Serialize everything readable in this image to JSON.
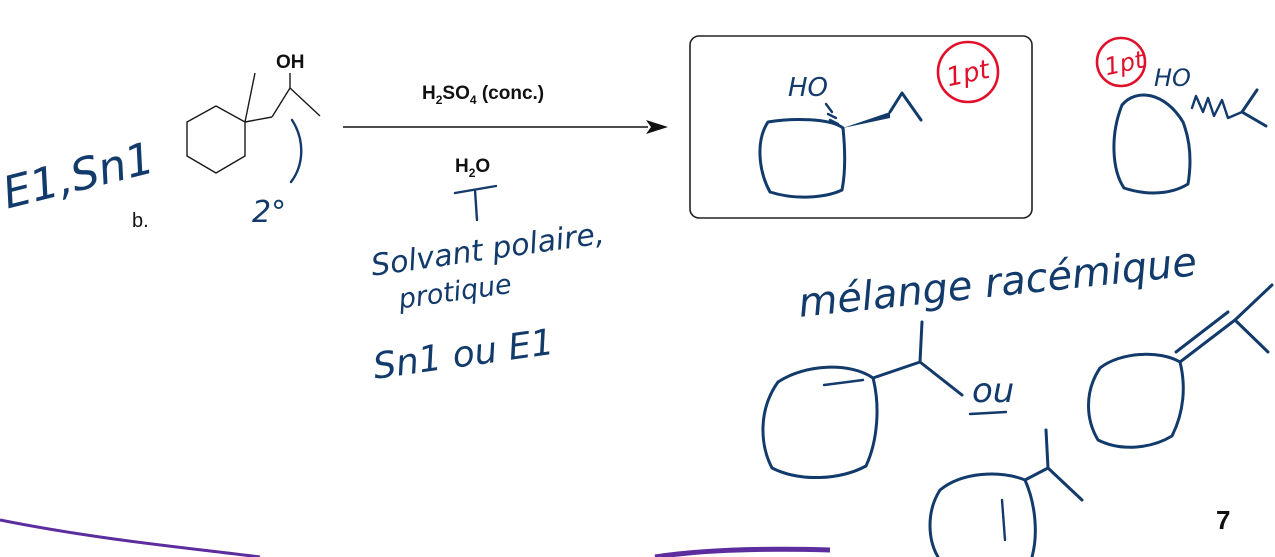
{
  "colors": {
    "ink": "#123a6b",
    "annotation_red": "#e0102a",
    "print": "#111111",
    "accent_purple": "#5b2d9e"
  },
  "reactant": {
    "part_label": "b.",
    "oh_label": "OH"
  },
  "reaction": {
    "reagent_main": "H",
    "reagent_main_sub": "2",
    "reagent_main_mid": "SO",
    "reagent_main_sub2": "4",
    "reagent_main_tail": " (conc.)",
    "solvent_main": "H",
    "solvent_sub": "2",
    "solvent_tail": "O"
  },
  "handwriting": {
    "mechanism": "E1,Sn1",
    "degree": "2°",
    "solvent_note_1": "Solvant polaire,",
    "solvent_note_2": "protique",
    "solvent_note_3": "Sn1 ou E1",
    "product_ho": "HO",
    "product_ho_2": "HO",
    "racemic": "mélange racémique",
    "ou": "ou",
    "pt_1": "1pt",
    "pt_2": "1pt"
  },
  "page_number": "7"
}
